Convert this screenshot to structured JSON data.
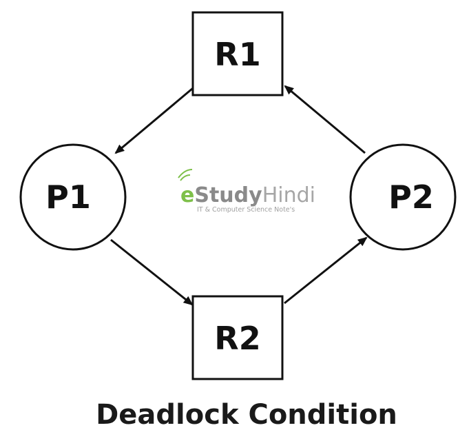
{
  "nodes": {
    "r1": "R1",
    "r2": "R2",
    "p1": "P1",
    "p2": "P2"
  },
  "caption": "Deadlock Condition",
  "watermark": {
    "e": "e",
    "study": "Study",
    "hindi": "Hindi",
    "tagline": "IT & Computer Science Note's"
  },
  "colors": {
    "stroke": "#111111",
    "watermark_accent": "#7ec04a"
  }
}
